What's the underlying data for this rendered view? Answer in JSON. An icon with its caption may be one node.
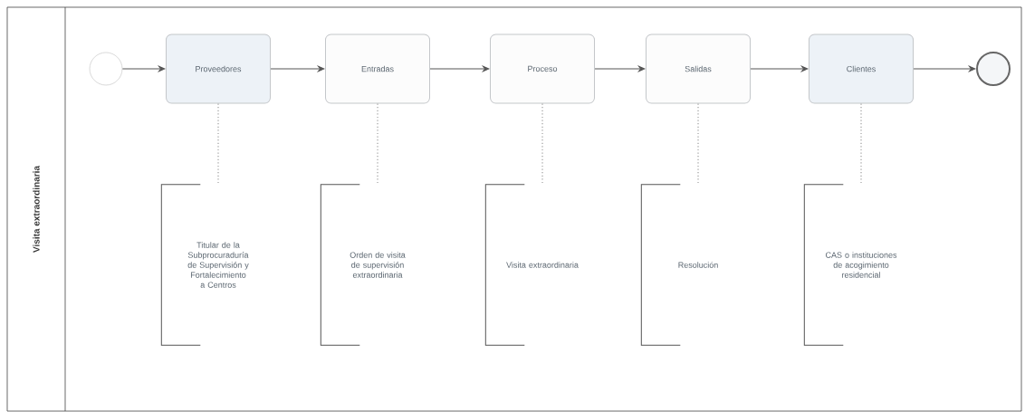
{
  "diagram": {
    "nodes": [
      {
        "text": [
          "Visita extraordinaria"
        ]
      },
      {
        "text": [],
        "shape": "circle",
        "in": 0
      },
      {
        "text": [
          "Proveedores"
        ],
        "in": 0
      },
      {
        "text": [
          "Entradas"
        ],
        "in": 0
      },
      {
        "text": [
          "Proceso"
        ],
        "in": 0
      },
      {
        "text": [
          "Salidas"
        ],
        "in": 0
      },
      {
        "text": [
          "Clientes"
        ],
        "in": 0
      },
      {
        "text": [],
        "shape": "circle",
        "in": 0
      },
      {
        "text": [
          "Titular de la Subprocuraduría de Supervisión y Fortalecimiento a Centros"
        ],
        "in": 0
      },
      {
        "text": [
          "Orden de visita de supervisión extraordinaria"
        ],
        "in": 0
      },
      {
        "text": [
          "Visita extraordinaria"
        ],
        "in": 0
      },
      {
        "text": [
          "Resolución"
        ],
        "in": 0
      },
      {
        "text": [
          "CAS o instituciones de acogimiento residencial"
        ],
        "in": 0
      }
    ],
    "edges": [
      {
        "from": 1,
        "to": 2,
        "arrow": "to"
      },
      {
        "from": 2,
        "to": 3,
        "arrow": "to"
      },
      {
        "from": 3,
        "to": 4,
        "arrow": "to"
      },
      {
        "from": 4,
        "to": 5,
        "arrow": "to"
      },
      {
        "from": 5,
        "to": 6,
        "arrow": "to"
      },
      {
        "from": 6,
        "to": 7,
        "arrow": "to"
      },
      {
        "from": 2,
        "to": 8,
        "arrow": "none",
        "style": "dashed"
      },
      {
        "from": 3,
        "to": 9,
        "arrow": "none",
        "style": "dashed"
      },
      {
        "from": 4,
        "to": 10,
        "arrow": "none",
        "style": "dashed"
      },
      {
        "from": 5,
        "to": 11,
        "arrow": "none",
        "style": "dashed"
      },
      {
        "from": 6,
        "to": 12,
        "arrow": "none",
        "style": "dashed"
      }
    ]
  }
}
